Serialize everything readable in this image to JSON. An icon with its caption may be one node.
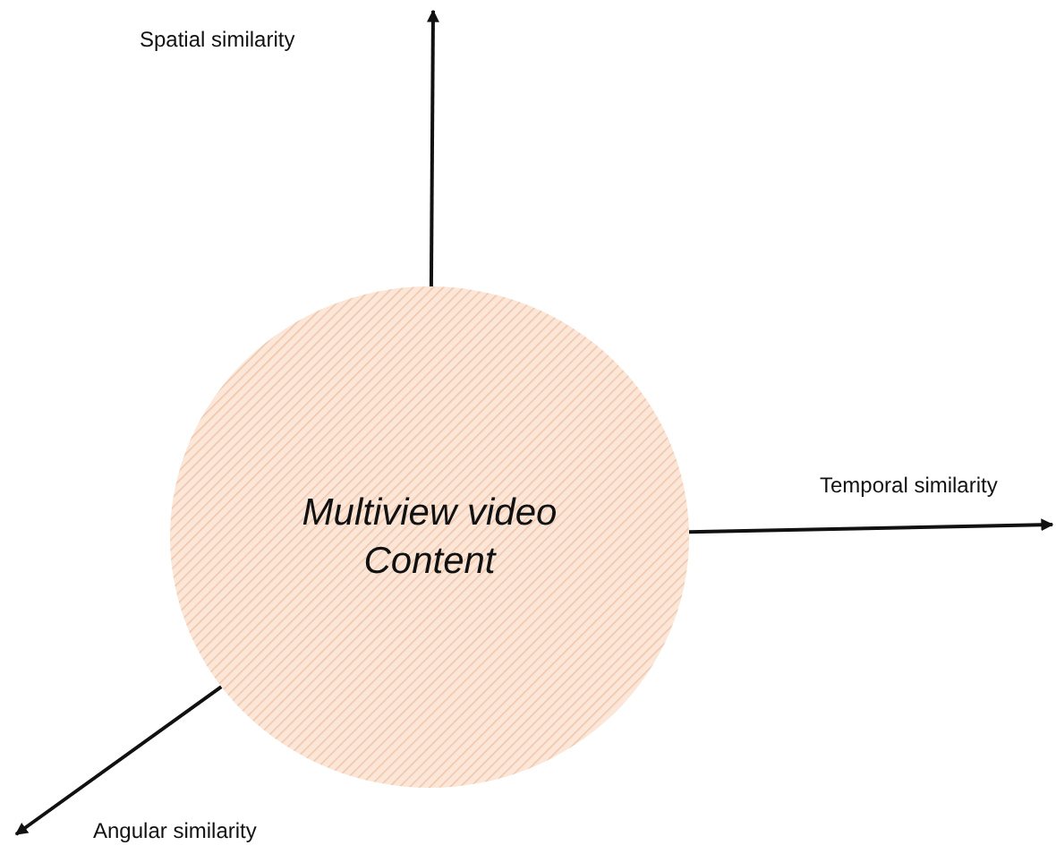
{
  "diagram": {
    "nodes": [
      {
        "text": [
          "Multiview video Content"
        ]
      },
      {
        "text": [
          "Spatial similarity"
        ]
      },
      {
        "text": [
          "Temporal similarity"
        ]
      },
      {
        "text": [
          "Angular similarity"
        ]
      }
    ],
    "edges": [
      {
        "from": 0,
        "to": 1,
        "arrow": "to"
      },
      {
        "from": 0,
        "to": 2,
        "arrow": "to"
      },
      {
        "from": 0,
        "to": 3,
        "arrow": "to"
      }
    ]
  }
}
